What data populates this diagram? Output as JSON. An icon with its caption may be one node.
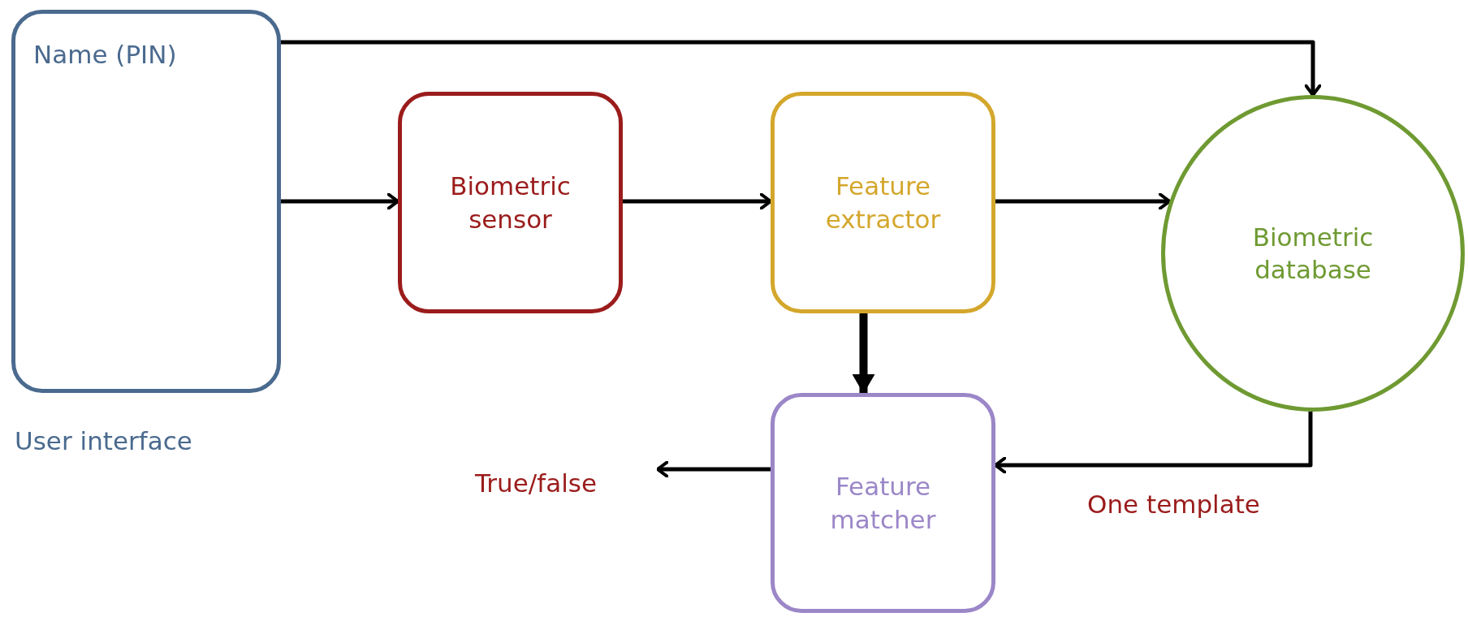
{
  "diagram": {
    "nodes": [
      {
        "text": [
          "Name (PIN)"
        ],
        "beside": [
          "User interface"
        ]
      },
      {
        "text": [
          "Biometric sensor"
        ]
      },
      {
        "text": [
          "Feature extractor"
        ]
      },
      {
        "text": [
          "Biometric database"
        ]
      },
      {
        "text": [
          "Feature matcher"
        ]
      },
      {
        "text": [
          "True/false"
        ]
      }
    ],
    "edges": [
      {
        "from": 0,
        "to": 3,
        "arrow": "to"
      },
      {
        "from": 0,
        "to": 1,
        "arrow": "to"
      },
      {
        "from": 1,
        "to": 2,
        "arrow": "to"
      },
      {
        "from": 2,
        "to": 3,
        "arrow": "to"
      },
      {
        "from": 2,
        "to": 4,
        "arrow": "to",
        "style": "thick"
      },
      {
        "from": 3,
        "to": 4,
        "arrow": "to",
        "label": "One template"
      },
      {
        "from": 4,
        "to": 5,
        "arrow": "to"
      }
    ]
  }
}
